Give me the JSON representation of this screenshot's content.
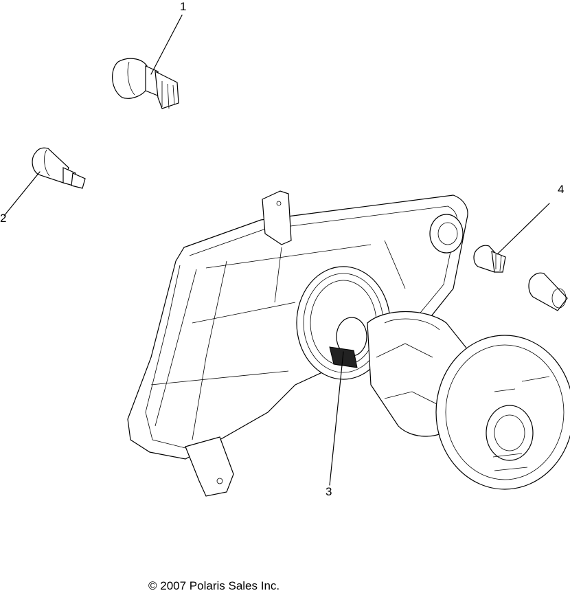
{
  "callouts": [
    {
      "label": "1"
    },
    {
      "label": "2"
    },
    {
      "label": "3"
    },
    {
      "label": "4"
    }
  ],
  "copyright": "© 2007 Polaris Sales Inc.",
  "icons": [
    "bulb-1-icon",
    "bulb-2-icon",
    "headlight-assembly-icon",
    "bulb-4-icon",
    "bulb-socket-icon"
  ]
}
